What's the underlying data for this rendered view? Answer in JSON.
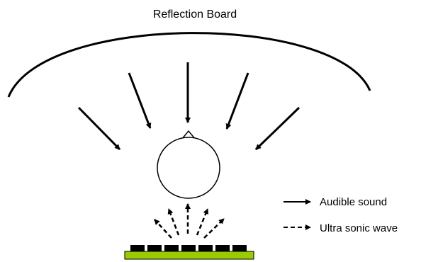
{
  "title": "Reflection Board",
  "legend": {
    "audible_label": "Audible sound",
    "ultrasonic_label": "Ultra sonic wave"
  },
  "colors": {
    "stroke": "#000000",
    "board_fill": "#99cc00",
    "transducer_fill": "#000000",
    "background": "#ffffff"
  }
}
